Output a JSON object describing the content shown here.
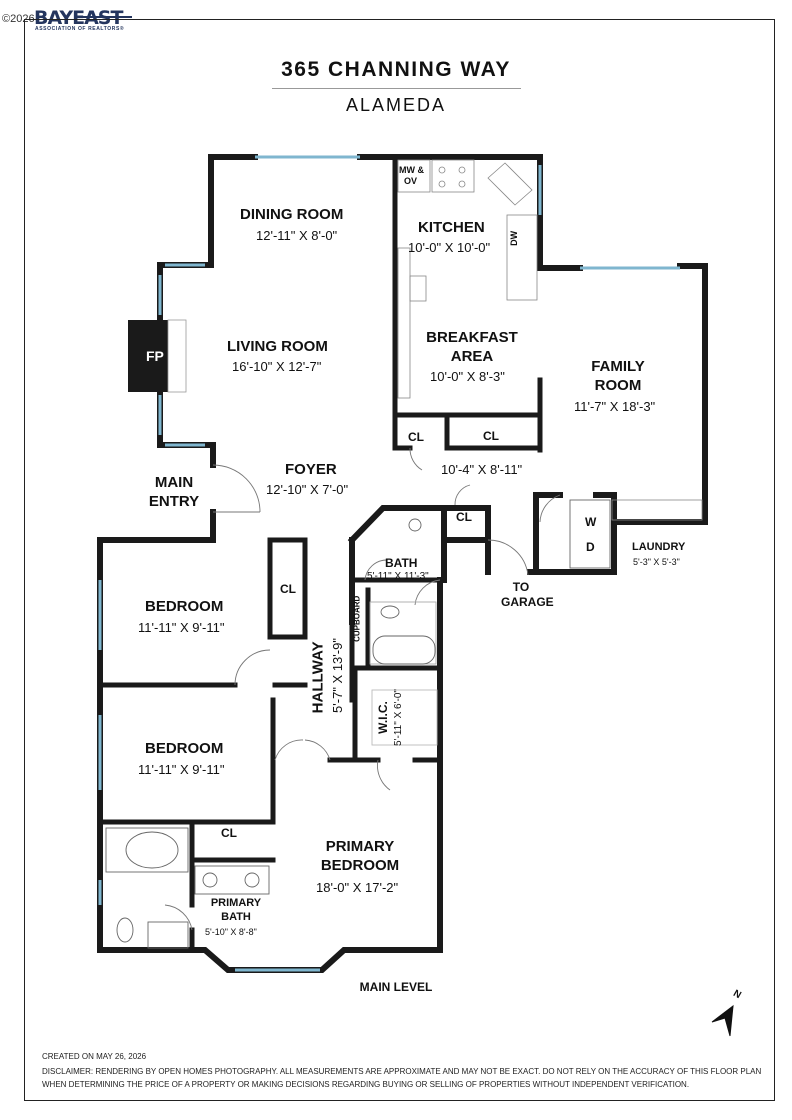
{
  "header": {
    "copyright": "©2026",
    "logo_text": "BAYEAST",
    "logo_subtext": "ASSOCIATION OF REALTORS®",
    "title": "365 CHANNING WAY",
    "subtitle": "ALAMEDA"
  },
  "rooms": {
    "dining": {
      "name": "DINING ROOM",
      "dims": "12'-11\" X 8'-0\""
    },
    "kitchen": {
      "name": "KITCHEN",
      "dims": "10'-0\" X 10'-0\""
    },
    "living": {
      "name": "LIVING ROOM",
      "dims": "16'-10\" X 12'-7\""
    },
    "breakfast": {
      "name": "BREAKFAST AREA",
      "name_line1": "BREAKFAST",
      "name_line2": "AREA",
      "dims": "10'-0\" X 8'-3\""
    },
    "family": {
      "name_line1": "FAMILY",
      "name_line2": "ROOM",
      "dims": "11'-7\" X 18'-3\""
    },
    "foyer": {
      "name": "FOYER",
      "dims": "12'-10\" X 7'-0\""
    },
    "hall_closet": {
      "dims": "10'-4\" X 8'-11\""
    },
    "bedroom1": {
      "name": "BEDROOM",
      "dims": "11'-11\" X 9'-11\""
    },
    "bedroom2": {
      "name": "BEDROOM",
      "dims": "11'-11\" X 9'-11\""
    },
    "bath": {
      "name": "BATH",
      "dims": "5'-11\" X 11'-3\""
    },
    "hallway": {
      "name": "HALLWAY",
      "dims": "5'-7\" X 13'-9\""
    },
    "wic": {
      "name": "W.I.C.",
      "dims": "5'-11\" X 6'-0\""
    },
    "primary_bedroom": {
      "name_line1": "PRIMARY",
      "name_line2": "BEDROOM",
      "dims": "18'-0\" X 17'-2\""
    },
    "primary_bath": {
      "name_line1": "PRIMARY",
      "name_line2": "BATH",
      "dims": "5'-10\" X 8'-8\""
    },
    "laundry": {
      "name": "LAUNDRY",
      "dims": "5'-3\" X 5'-3\""
    }
  },
  "labels": {
    "mw_ov_1": "MW &",
    "mw_ov_2": "OV",
    "dw": "DW",
    "fp": "FP",
    "cl": "CL",
    "main_entry_1": "MAIN",
    "main_entry_2": "ENTRY",
    "to_garage_1": "TO",
    "to_garage_2": "GARAGE",
    "cupboard": "CUPBOARD",
    "washer": "W",
    "dryer": "D",
    "main_level": "MAIN LEVEL",
    "north": "N"
  },
  "footer": {
    "created": "CREATED ON MAY 26, 2026",
    "disclaimer_1": "DISCLAIMER: RENDERING BY OPEN HOMES PHOTOGRAPHY. ALL MEASUREMENTS ARE APPROXIMATE AND MAY NOT BE EXACT. DO NOT RELY ON THE ACCURACY OF THIS FLOOR PLAN",
    "disclaimer_2": "WHEN DETERMINING THE PRICE OF A PROPERTY OR MAKING DECISIONS REGARDING BUYING OR SELLING OF PROPERTIES WITHOUT INDEPENDENT VERIFICATION."
  },
  "colors": {
    "wall": "#1a1a1a",
    "window": "#7fb6cf",
    "logo": "#24355e"
  }
}
